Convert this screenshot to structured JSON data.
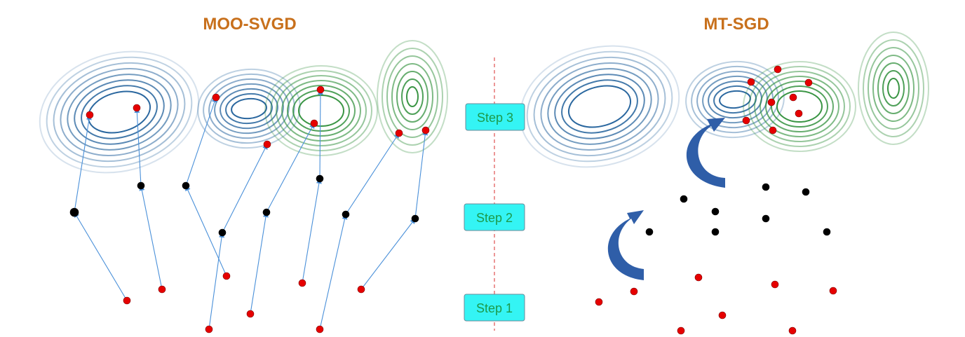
{
  "titles": {
    "left": "MOO-SVGD",
    "right": "MT-SGD"
  },
  "steps": {
    "step3": "Step 3",
    "step2": "Step 2",
    "step1": "Step 1"
  },
  "colors": {
    "title": "#c8701c",
    "step_fill": "#34f4f4",
    "step_text": "#1c9a4a",
    "step_stroke": "#6a8a9a",
    "red_dot": "#e60000",
    "black_dot": "#000000",
    "arrow_line": "#4a90d9",
    "divider": "#e05050",
    "curved_arrow": "#2f5ea8",
    "contour_blue": "#1f5f9a",
    "contour_green": "#2f8f3a"
  }
}
